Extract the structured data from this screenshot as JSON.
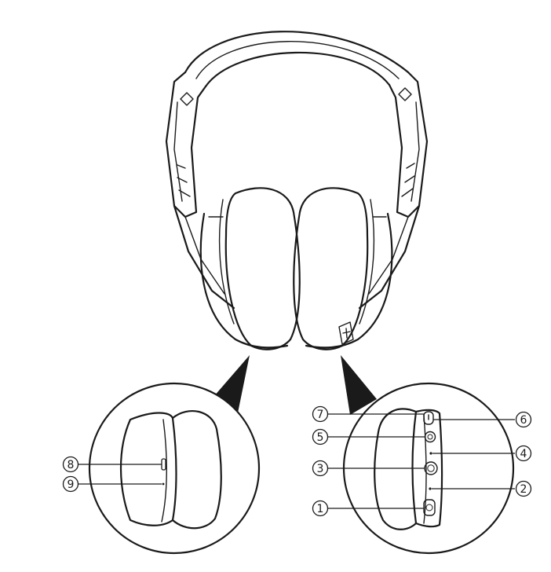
{
  "figure": {
    "description_free": true,
    "colors": {
      "line": "#1a1a1a",
      "background": "#ffffff",
      "pointer": "#1a1a1a"
    }
  },
  "callouts": [
    {
      "id": "1",
      "label": "1"
    },
    {
      "id": "2",
      "label": "2"
    },
    {
      "id": "3",
      "label": "3"
    },
    {
      "id": "4",
      "label": "4"
    },
    {
      "id": "5",
      "label": "5"
    },
    {
      "id": "6",
      "label": "6"
    },
    {
      "id": "7",
      "label": "7"
    },
    {
      "id": "8",
      "label": "8"
    },
    {
      "id": "9",
      "label": "9"
    }
  ]
}
